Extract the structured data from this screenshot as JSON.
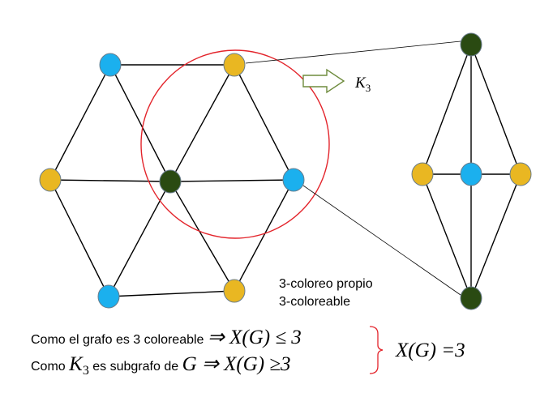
{
  "colors": {
    "blue": "#1BB0EE",
    "yellow": "#E9B722",
    "dark_green": "#2A4A12",
    "edge": "#000000",
    "highlight_circle": "#E3242B",
    "arrow": "#6E8B3D",
    "brace": "#E3242B"
  },
  "annotations": {
    "k3_label_base": "K",
    "k3_label_sub": "3",
    "note_line1": "3-coloreo propio",
    "note_line2": "3-coloreable"
  },
  "statements": {
    "line1_text": "Como el grafo es 3 coloreable ",
    "line1_math": "⇒ X(G) ≤ 3",
    "line2_text_a": "Como ",
    "line2_k": "K",
    "line2_k_sub": "3",
    "line2_text_b": " es subgrafo de ",
    "line2_math": "G ⇒ X(G) ≥3",
    "conclusion": "X(G) =3"
  }
}
